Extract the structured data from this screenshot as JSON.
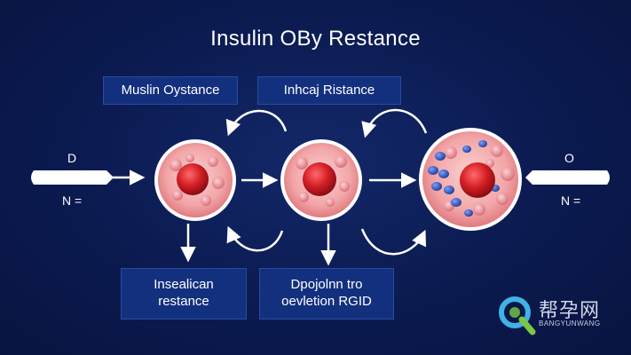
{
  "title": "Insulin OBy Restance",
  "labels": {
    "top_left": "Muslin Oystance",
    "top_right": "Inhcaj Ristance",
    "bottom_left": [
      "Insealican",
      "restance"
    ],
    "bottom_right": [
      "Dpojolnn tro",
      "oevletion RGID"
    ]
  },
  "side": {
    "left_top": "D",
    "left_bottom": "N =",
    "right_top": "O",
    "right_bottom": "N ="
  },
  "watermark": {
    "cn": "帮孕网",
    "en": "BANGYUNWANG"
  },
  "colors": {
    "background": "#0b1a4a",
    "box_fill": "#13307e",
    "cell_membrane": "#f2a5a7",
    "nucleus": "#cc1f26",
    "receptor": "#2d4fb0",
    "arrow": "#ffffff"
  }
}
